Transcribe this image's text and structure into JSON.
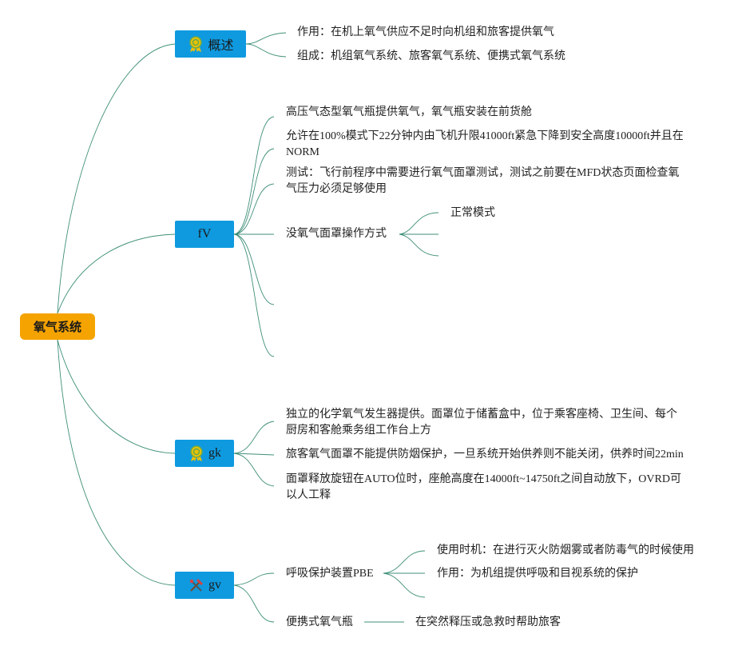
{
  "root": {
    "label": "氧气系统"
  },
  "branches": [
    {
      "label": "概述",
      "icon": "award-medal-icon",
      "children": [
        {
          "text": "作用：在机上氧气供应不足时向机组和旅客提供氧气"
        },
        {
          "text": "组成：机组氧气系统、旅客氧气系统、便携式氧气系统"
        }
      ]
    },
    {
      "label": "fV",
      "icon": "",
      "children": [
        {
          "text": "高压气态型氧气瓶提供氧气，氧气瓶安装在前货舱"
        },
        {
          "text": "允许在100%模式下22分钟内由飞机升限41000ft紧急下降到安全高度10000ft并且在NORM"
        },
        {
          "text": "测试：飞行前程序中需要进行氧气面罩测试，测试之前要在MFD状态页面检查氧气压力必须足够使用"
        },
        {
          "text": "没氧气面罩操作方式",
          "children": [
            {
              "text": "正常模式"
            },
            {
              "text": ""
            },
            {
              "text": ""
            }
          ]
        },
        {
          "text": ""
        },
        {
          "text": ""
        }
      ]
    },
    {
      "label": "gk",
      "icon": "award-medal-icon",
      "children": [
        {
          "text": "独立的化学氧气发生器提供。面罩位于储蓄盒中，位于乘客座椅、卫生间、每个厨房和客舱乘务组工作台上方"
        },
        {
          "text": "旅客氧气面罩不能提供防烟保护，一旦系统开始供养则不能关闭，供养时间22min"
        },
        {
          "text": "面罩释放旋钮在AUTO位时，座舱高度在14000ft~14750ft之间自动放下，OVRD可以人工释"
        }
      ]
    },
    {
      "label": "gv",
      "icon": "tools-icon",
      "children": [
        {
          "text": "呼吸保护装置PBE",
          "children": [
            {
              "text": "使用时机：在进行灭火防烟雾或者防毒气的时候使用"
            },
            {
              "text": "作用：为机组提供呼吸和目视系统的保护"
            },
            {
              "text": ""
            }
          ]
        },
        {
          "text": "便携式氧气瓶",
          "children": [
            {
              "text": "在突然释压或急救时帮助旅客"
            }
          ]
        }
      ]
    }
  ],
  "colors": {
    "root": "#f5a300",
    "branch": "#0f9ae0",
    "link": "#3f8f78"
  }
}
